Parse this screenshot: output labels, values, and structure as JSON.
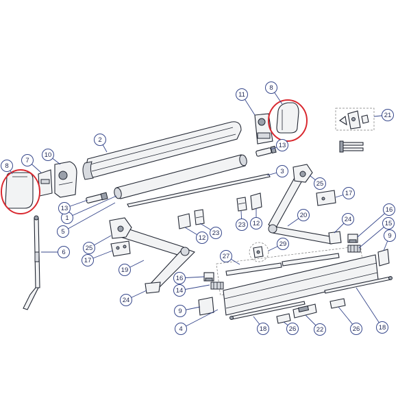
{
  "diagram": {
    "part_numbers": [
      "1",
      "2",
      "3",
      "4",
      "5",
      "6",
      "7",
      "8",
      "9",
      "10",
      "11",
      "12",
      "13",
      "14",
      "15",
      "16",
      "17",
      "18",
      "19",
      "20",
      "21",
      "22",
      "23",
      "24",
      "25",
      "26",
      "27",
      "29"
    ],
    "highlight_color": "#d9282f",
    "line_color": "#1f2430",
    "callout_color": "#34458a",
    "callouts": [
      {
        "n": "1"
      },
      {
        "n": "2"
      },
      {
        "n": "3"
      },
      {
        "n": "4"
      },
      {
        "n": "5"
      },
      {
        "n": "6"
      },
      {
        "n": "7"
      },
      {
        "n": "8"
      },
      {
        "n": "8"
      },
      {
        "n": "9"
      },
      {
        "n": "9"
      },
      {
        "n": "10"
      },
      {
        "n": "11"
      },
      {
        "n": "12"
      },
      {
        "n": "12"
      },
      {
        "n": "13"
      },
      {
        "n": "13"
      },
      {
        "n": "14"
      },
      {
        "n": "15"
      },
      {
        "n": "16"
      },
      {
        "n": "16"
      },
      {
        "n": "17"
      },
      {
        "n": "17"
      },
      {
        "n": "18"
      },
      {
        "n": "18"
      },
      {
        "n": "19"
      },
      {
        "n": "20"
      },
      {
        "n": "21"
      },
      {
        "n": "22"
      },
      {
        "n": "23"
      },
      {
        "n": "23"
      },
      {
        "n": "24"
      },
      {
        "n": "24"
      },
      {
        "n": "25"
      },
      {
        "n": "25"
      },
      {
        "n": "26"
      },
      {
        "n": "26"
      },
      {
        "n": "27"
      },
      {
        "n": "29"
      }
    ]
  }
}
